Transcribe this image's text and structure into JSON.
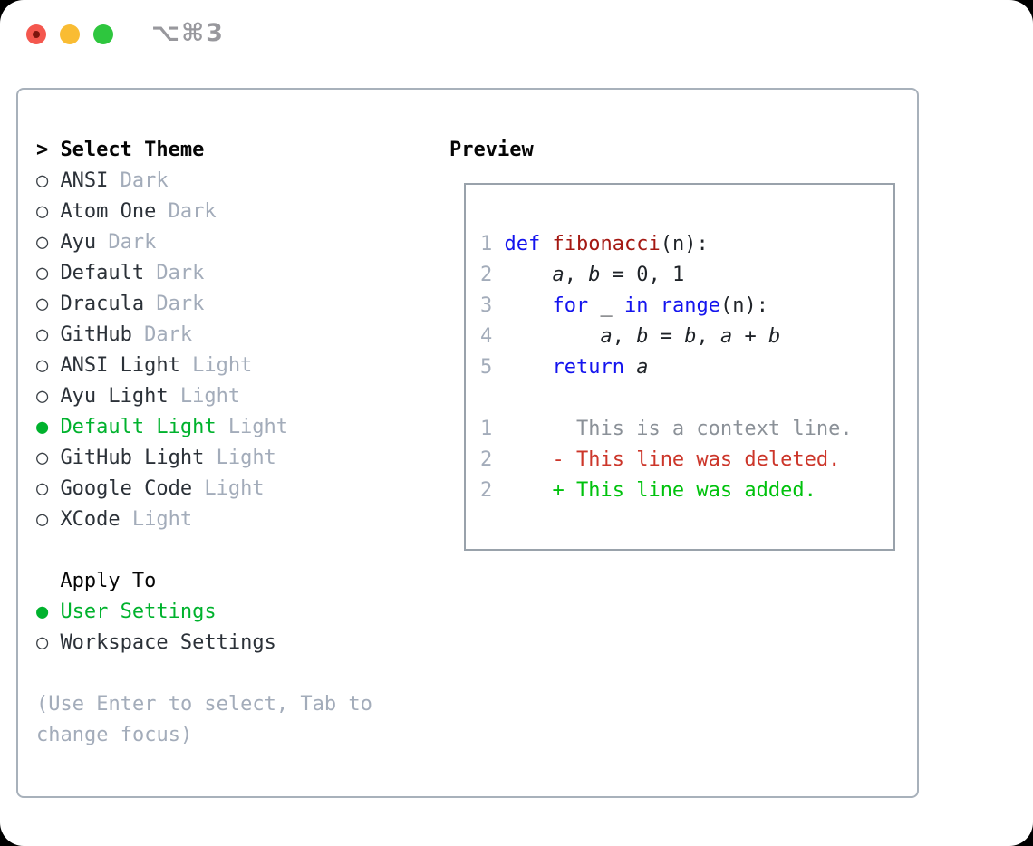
{
  "window": {
    "title": "⌥⌘3"
  },
  "icons": {
    "cursor": ">",
    "selected_bullet": "●",
    "unselected_bullet": "○"
  },
  "colors": {
    "green": "#00b22d",
    "blue": "#1414ee",
    "fnred": "#a41812",
    "delred": "#cc362a",
    "addgreen": "#00c20d",
    "muted": "#a3acba",
    "ln": "#a3acba",
    "ctx": "#8b9198",
    "dark": "#2b3138",
    "plain": "#1f2328",
    "panel-border": "#a8b1bb",
    "preview-border": "#99a2ab",
    "title-gray": "#98989d",
    "tl-red": "#f4574e",
    "tl-dot": "#7c150d",
    "tl-yellow": "#f9bc33",
    "tl-green": "#2ec63e"
  },
  "theme_list": {
    "header": "Select Theme",
    "items": [
      {
        "label": "ANSI",
        "tag": "Dark",
        "selected": false
      },
      {
        "label": "Atom One",
        "tag": "Dark",
        "selected": false
      },
      {
        "label": "Ayu",
        "tag": "Dark",
        "selected": false
      },
      {
        "label": "Default",
        "tag": "Dark",
        "selected": false
      },
      {
        "label": "Dracula",
        "tag": "Dark",
        "selected": false
      },
      {
        "label": "GitHub",
        "tag": "Dark",
        "selected": false
      },
      {
        "label": "ANSI Light",
        "tag": "Light",
        "selected": false
      },
      {
        "label": "Ayu Light",
        "tag": "Light",
        "selected": false
      },
      {
        "label": "Default Light",
        "tag": "Light",
        "selected": true
      },
      {
        "label": "GitHub Light",
        "tag": "Light",
        "selected": false
      },
      {
        "label": "Google Code",
        "tag": "Light",
        "selected": false
      },
      {
        "label": "XCode",
        "tag": "Light",
        "selected": false
      }
    ]
  },
  "apply_to": {
    "header": "Apply To",
    "items": [
      {
        "label": "User Settings",
        "selected": true
      },
      {
        "label": "Workspace Settings",
        "selected": false
      }
    ]
  },
  "help": {
    "line1": "(Use Enter to select, Tab to",
    "line2": "change focus)"
  },
  "preview": {
    "heading": "Preview",
    "code_lines": [
      {
        "tokens": [
          {
            "text": "1",
            "style": "ln"
          },
          {
            "text": " ",
            "style": "pl"
          },
          {
            "text": "def",
            "style": "kw"
          },
          {
            "text": " ",
            "style": "pl"
          },
          {
            "text": "fibonacci",
            "style": "fn"
          },
          {
            "text": "(n):",
            "style": "pl"
          }
        ]
      },
      {
        "tokens": [
          {
            "text": "2",
            "style": "ln"
          },
          {
            "text": "     ",
            "style": "pl"
          },
          {
            "text": "a",
            "style": "var"
          },
          {
            "text": ", ",
            "style": "pl"
          },
          {
            "text": "b",
            "style": "var"
          },
          {
            "text": " = 0, 1",
            "style": "pl"
          }
        ]
      },
      {
        "tokens": [
          {
            "text": "3",
            "style": "ln"
          },
          {
            "text": "     ",
            "style": "pl"
          },
          {
            "text": "for",
            "style": "kw"
          },
          {
            "text": " _ ",
            "style": "pl"
          },
          {
            "text": "in",
            "style": "kw"
          },
          {
            "text": " ",
            "style": "pl"
          },
          {
            "text": "range",
            "style": "kw"
          },
          {
            "text": "(n):",
            "style": "pl"
          }
        ]
      },
      {
        "tokens": [
          {
            "text": "4",
            "style": "ln"
          },
          {
            "text": "         ",
            "style": "pl"
          },
          {
            "text": "a",
            "style": "var"
          },
          {
            "text": ", ",
            "style": "pl"
          },
          {
            "text": "b",
            "style": "var"
          },
          {
            "text": " = ",
            "style": "pl"
          },
          {
            "text": "b",
            "style": "var"
          },
          {
            "text": ", ",
            "style": "pl"
          },
          {
            "text": "a",
            "style": "var"
          },
          {
            "text": " + ",
            "style": "pl"
          },
          {
            "text": "b",
            "style": "var"
          }
        ]
      },
      {
        "tokens": [
          {
            "text": "5",
            "style": "ln"
          },
          {
            "text": "     ",
            "style": "pl"
          },
          {
            "text": "return",
            "style": "kw"
          },
          {
            "text": " ",
            "style": "pl"
          },
          {
            "text": "a",
            "style": "var"
          }
        ]
      }
    ],
    "diff_lines": [
      {
        "tokens": [
          {
            "text": "1",
            "style": "ln"
          },
          {
            "text": "       ",
            "style": "pl"
          },
          {
            "text": "This is a context line.",
            "style": "ctx"
          }
        ]
      },
      {
        "tokens": [
          {
            "text": "2",
            "style": "ln"
          },
          {
            "text": "     ",
            "style": "pl"
          },
          {
            "text": "- This line was deleted.",
            "style": "del"
          }
        ]
      },
      {
        "tokens": [
          {
            "text": "2",
            "style": "ln"
          },
          {
            "text": "     ",
            "style": "pl"
          },
          {
            "text": "+ This line was added.",
            "style": "add"
          }
        ]
      }
    ]
  }
}
